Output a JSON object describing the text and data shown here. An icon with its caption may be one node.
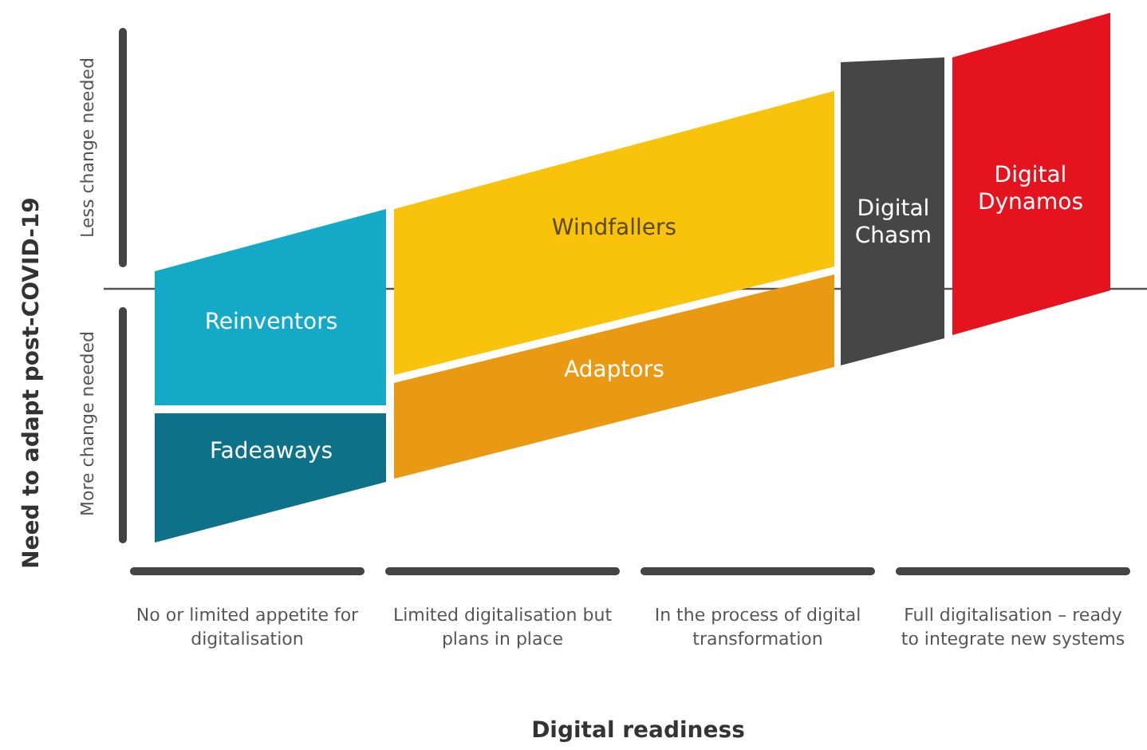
{
  "diagram": {
    "nodes": [
      {
        "text": [
          "Reinventors"
        ]
      },
      {
        "text": [
          "Fadeaways"
        ]
      },
      {
        "text": [
          "Windfallers"
        ]
      },
      {
        "text": [
          "Adaptors"
        ]
      },
      {
        "text": [
          "Digital Chasm"
        ]
      },
      {
        "text": [
          "Digital Dynamos"
        ]
      }
    ],
    "labels": [
      "Less change needed",
      "Need to adapt post-COVID-19",
      "More change needed",
      "No or limited appetite for digitalisation",
      "Limited digitalisation but plans in place",
      "In the process of digital transformation",
      "Full digitalisation – ready to integrate new systems",
      "Digital readiness"
    ]
  }
}
